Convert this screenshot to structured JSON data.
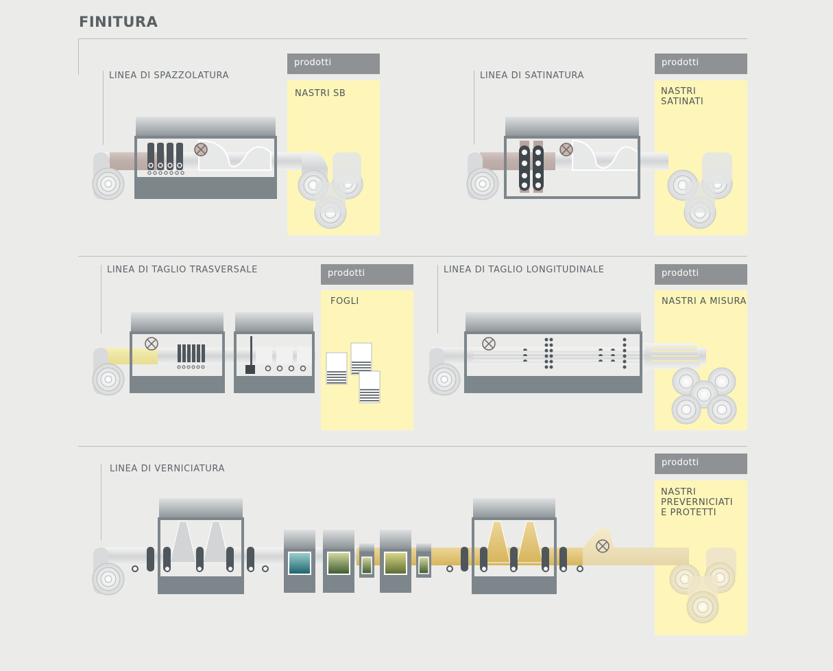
{
  "title": "FINITURA",
  "sections": [
    {
      "label": "LINEA DI SPAZZOLATURA",
      "products_header": "prodotti",
      "products": "NASTRI SB"
    },
    {
      "label": "LINEA DI SATINATURA",
      "products_header": "prodotti",
      "products": "NASTRI\nSATINATI"
    },
    {
      "label": "LINEA DI TAGLIO TRASVERSALE",
      "products_header": "prodotti",
      "products": "FOGLI"
    },
    {
      "label": "LINEA DI TAGLIO LONGITUDINALE",
      "products_header": "prodotti",
      "products": "NASTRI A MISURA"
    },
    {
      "label": "LINEA DI VERNICIATURA",
      "products_header": "prodotti",
      "products": "NASTRI\nPREVERNICIATI\nE PROTETTI"
    }
  ]
}
